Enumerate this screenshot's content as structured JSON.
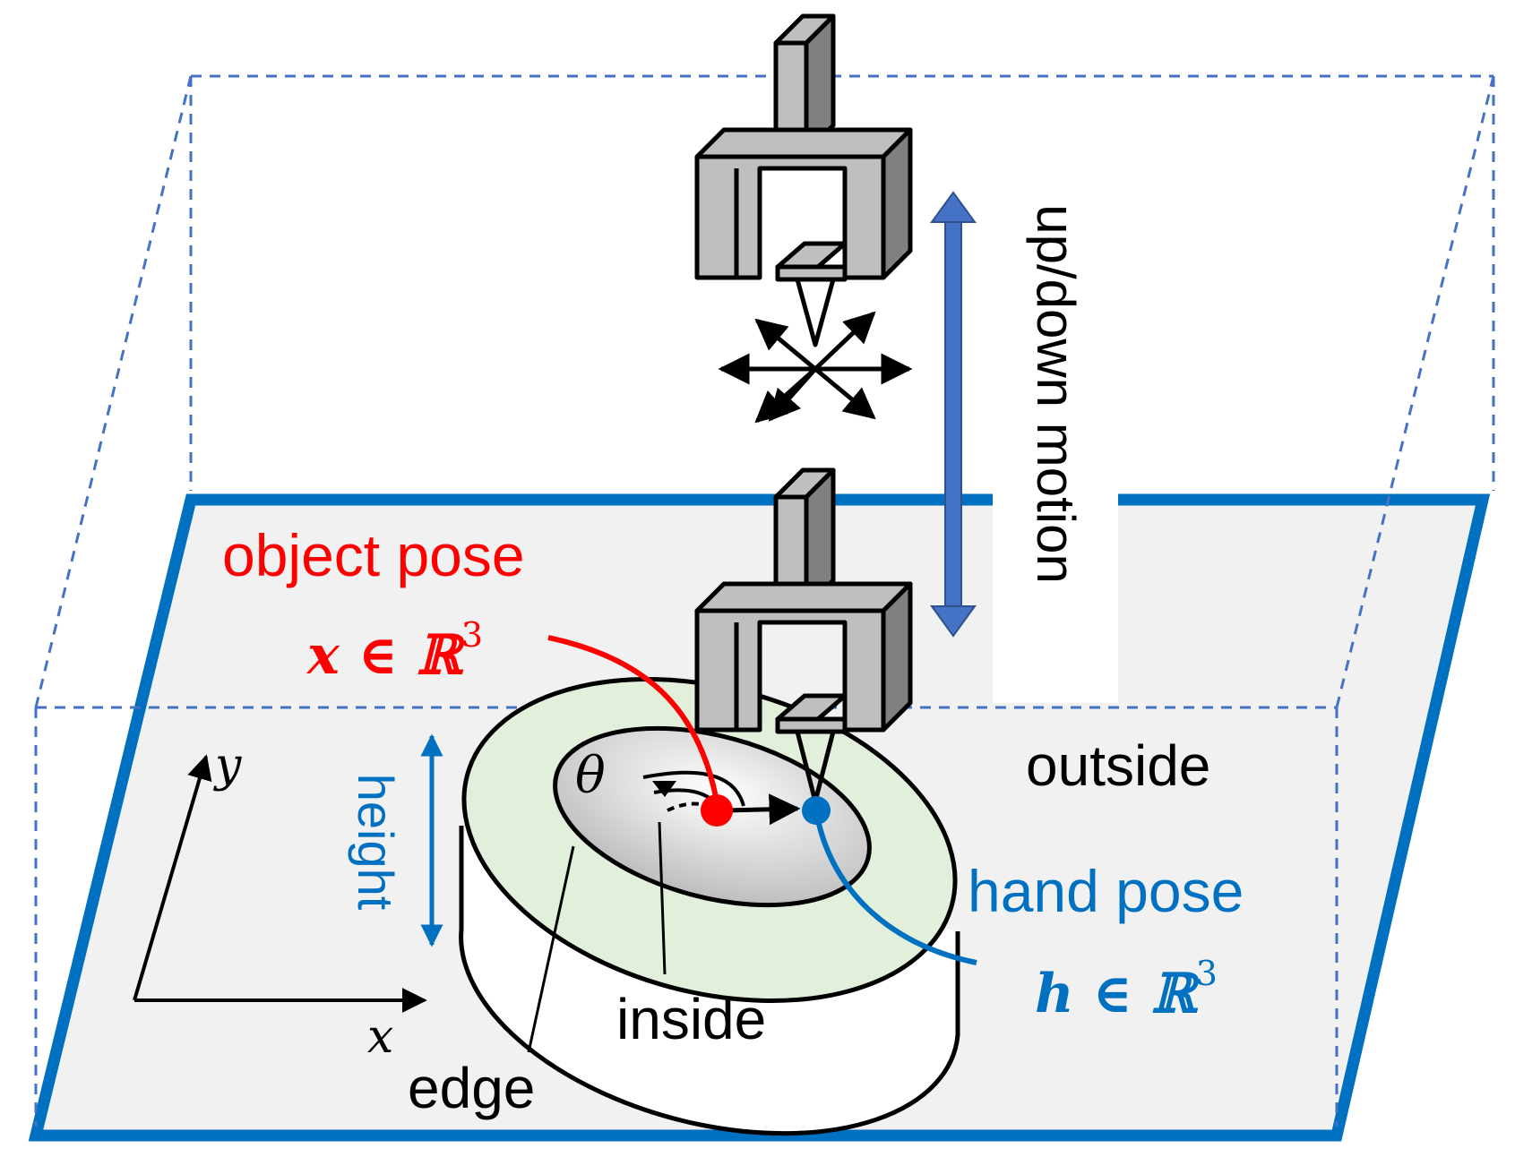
{
  "labels": {
    "object_pose": "object pose",
    "object_pose_math": "x ∈ ℝ",
    "object_pose_exp": "3",
    "hand_pose": "hand pose",
    "hand_pose_math": "h ∈ ℝ",
    "hand_pose_exp": "3",
    "motion": "up/down motion",
    "height": "height",
    "outside": "outside",
    "inside": "inside",
    "edge": "edge",
    "theta": "θ",
    "axis_x": "x",
    "axis_y": "y"
  },
  "colors": {
    "plane_border": "#0070c0",
    "plane_fill": "#f1f1f1",
    "dashed_box": "#4472c4",
    "object_red": "#ff0000",
    "hand_blue": "#0070c0",
    "arrow_blue": "#4472c4",
    "ring_green": "#e2efda",
    "gripper_gray": "#bfbfbf"
  }
}
